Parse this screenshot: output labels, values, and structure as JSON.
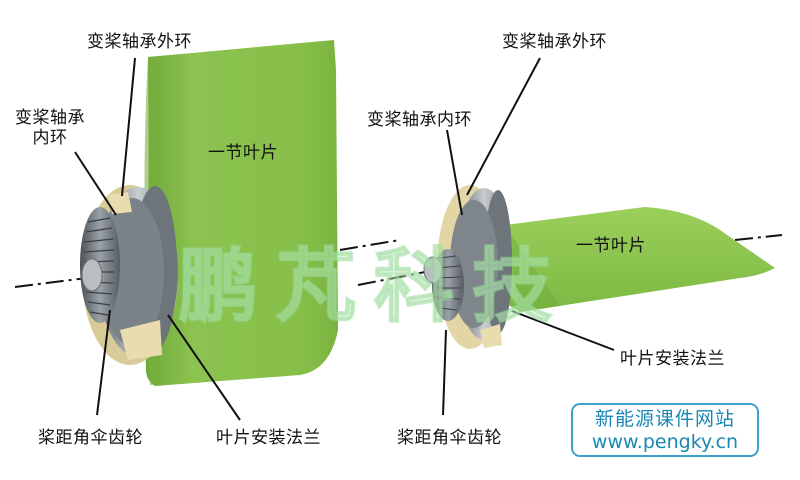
{
  "diagram": {
    "left_assembly": {
      "labels": {
        "outer_ring": "变桨轴承外环",
        "inner_ring_line1": "变桨轴承",
        "inner_ring_line2": "内环",
        "blade": "一节叶片",
        "bevel_gear": "桨距角伞齿轮",
        "flange": "叶片安装法兰"
      }
    },
    "right_assembly": {
      "labels": {
        "outer_ring": "变桨轴承外环",
        "inner_ring": "变桨轴承内环",
        "blade": "一节叶片",
        "bevel_gear": "桨距角伞齿轮",
        "flange": "叶片安装法兰"
      }
    },
    "watermark": "鹏芃科技",
    "stamp": {
      "line1": "新能源课件网站",
      "line2": "www.pengky.cn"
    },
    "colors": {
      "blade_green": "#8dc24d",
      "blade_dark": "#6aa535",
      "bearing_cream": "#e9dcae",
      "metal_gray": "#8a9096",
      "stamp_blue": "#1b88b4"
    }
  }
}
